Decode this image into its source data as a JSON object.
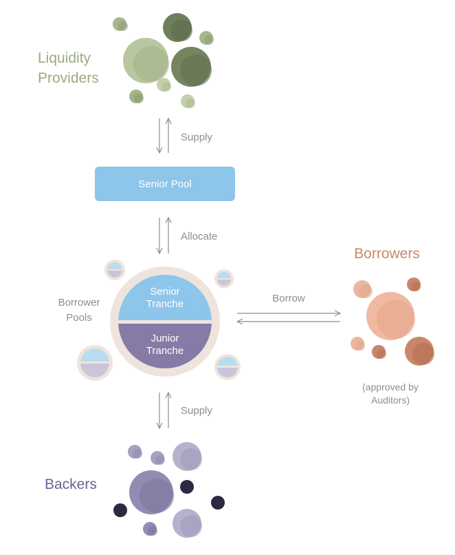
{
  "groups": {
    "liquidity_providers": {
      "line1": "Liquidity",
      "line2": "Providers",
      "color": "#9aab7c"
    },
    "borrowers": {
      "title": "Borrowers",
      "note_line1": "(approved by",
      "note_line2": "Auditors)",
      "color": "#c9866a"
    },
    "backers": {
      "title": "Backers",
      "color": "#6b6394"
    }
  },
  "senior_pool": {
    "label": "Senior Pool",
    "color": "#8ec5ea"
  },
  "borrower_pools": {
    "line1": "Borrower",
    "line2": "Pools",
    "senior_tranche": {
      "line1": "Senior",
      "line2": "Tranche",
      "color": "#8ec5ea"
    },
    "junior_tranche": {
      "line1": "Junior",
      "line2": "Tranche",
      "color": "#857ba6"
    }
  },
  "flows": {
    "supply_top": "Supply",
    "allocate": "Allocate",
    "borrow": "Borrow",
    "supply_bottom": "Supply"
  },
  "icons": [
    "up-down-arrows-icon",
    "left-right-arrows-icon",
    "bubble-icon",
    "mini-pool-icon"
  ]
}
